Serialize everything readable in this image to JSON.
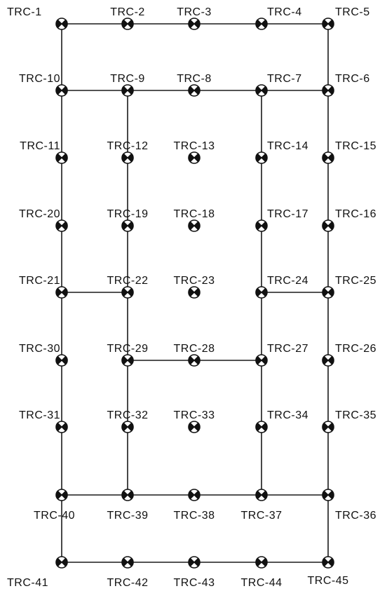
{
  "diagram": {
    "nodes": [
      {
        "id": "TRC-1",
        "label": "TRC-1"
      },
      {
        "id": "TRC-2",
        "label": "TRC-2"
      },
      {
        "id": "TRC-3",
        "label": "TRC-3"
      },
      {
        "id": "TRC-4",
        "label": "TRC-4"
      },
      {
        "id": "TRC-5",
        "label": "TRC-5"
      },
      {
        "id": "TRC-6",
        "label": "TRC-6"
      },
      {
        "id": "TRC-7",
        "label": "TRC-7"
      },
      {
        "id": "TRC-8",
        "label": "TRC-8"
      },
      {
        "id": "TRC-9",
        "label": "TRC-9"
      },
      {
        "id": "TRC-10",
        "label": "TRC-10"
      },
      {
        "id": "TRC-11",
        "label": "TRC-11"
      },
      {
        "id": "TRC-12",
        "label": "TRC-12"
      },
      {
        "id": "TRC-13",
        "label": "TRC-13"
      },
      {
        "id": "TRC-14",
        "label": "TRC-14"
      },
      {
        "id": "TRC-15",
        "label": "TRC-15"
      },
      {
        "id": "TRC-16",
        "label": "TRC-16"
      },
      {
        "id": "TRC-17",
        "label": "TRC-17"
      },
      {
        "id": "TRC-18",
        "label": "TRC-18"
      },
      {
        "id": "TRC-19",
        "label": "TRC-19"
      },
      {
        "id": "TRC-20",
        "label": "TRC-20"
      },
      {
        "id": "TRC-21",
        "label": "TRC-21"
      },
      {
        "id": "TRC-22",
        "label": "TRC-22"
      },
      {
        "id": "TRC-23",
        "label": "TRC-23"
      },
      {
        "id": "TRC-24",
        "label": "TRC-24"
      },
      {
        "id": "TRC-25",
        "label": "TRC-25"
      },
      {
        "id": "TRC-26",
        "label": "TRC-26"
      },
      {
        "id": "TRC-27",
        "label": "TRC-27"
      },
      {
        "id": "TRC-28",
        "label": "TRC-28"
      },
      {
        "id": "TRC-29",
        "label": "TRC-29"
      },
      {
        "id": "TRC-30",
        "label": "TRC-30"
      },
      {
        "id": "TRC-31",
        "label": "TRC-31"
      },
      {
        "id": "TRC-32",
        "label": "TRC-32"
      },
      {
        "id": "TRC-33",
        "label": "TRC-33"
      },
      {
        "id": "TRC-34",
        "label": "TRC-34"
      },
      {
        "id": "TRC-35",
        "label": "TRC-35"
      },
      {
        "id": "TRC-36",
        "label": "TRC-36"
      },
      {
        "id": "TRC-37",
        "label": "TRC-37"
      },
      {
        "id": "TRC-38",
        "label": "TRC-38"
      },
      {
        "id": "TRC-39",
        "label": "TRC-39"
      },
      {
        "id": "TRC-40",
        "label": "TRC-40"
      },
      {
        "id": "TRC-41",
        "label": "TRC-41"
      },
      {
        "id": "TRC-42",
        "label": "TRC-42"
      },
      {
        "id": "TRC-43",
        "label": "TRC-43"
      },
      {
        "id": "TRC-44",
        "label": "TRC-44"
      },
      {
        "id": "TRC-45",
        "label": "TRC-45"
      }
    ],
    "edges": [
      [
        "TRC-1",
        "TRC-2"
      ],
      [
        "TRC-2",
        "TRC-3"
      ],
      [
        "TRC-3",
        "TRC-4"
      ],
      [
        "TRC-4",
        "TRC-5"
      ],
      [
        "TRC-1",
        "TRC-10"
      ],
      [
        "TRC-5",
        "TRC-6"
      ],
      [
        "TRC-10",
        "TRC-9"
      ],
      [
        "TRC-9",
        "TRC-8"
      ],
      [
        "TRC-8",
        "TRC-7"
      ],
      [
        "TRC-7",
        "TRC-6"
      ],
      [
        "TRC-10",
        "TRC-11"
      ],
      [
        "TRC-11",
        "TRC-20"
      ],
      [
        "TRC-20",
        "TRC-21"
      ],
      [
        "TRC-21",
        "TRC-30"
      ],
      [
        "TRC-30",
        "TRC-31"
      ],
      [
        "TRC-31",
        "TRC-40"
      ],
      [
        "TRC-40",
        "TRC-41"
      ],
      [
        "TRC-9",
        "TRC-12"
      ],
      [
        "TRC-12",
        "TRC-19"
      ],
      [
        "TRC-19",
        "TRC-22"
      ],
      [
        "TRC-22",
        "TRC-29"
      ],
      [
        "TRC-29",
        "TRC-32"
      ],
      [
        "TRC-32",
        "TRC-39"
      ],
      [
        "TRC-7",
        "TRC-14"
      ],
      [
        "TRC-14",
        "TRC-17"
      ],
      [
        "TRC-17",
        "TRC-24"
      ],
      [
        "TRC-24",
        "TRC-27"
      ],
      [
        "TRC-27",
        "TRC-34"
      ],
      [
        "TRC-34",
        "TRC-37"
      ],
      [
        "TRC-6",
        "TRC-15"
      ],
      [
        "TRC-15",
        "TRC-16"
      ],
      [
        "TRC-16",
        "TRC-25"
      ],
      [
        "TRC-25",
        "TRC-26"
      ],
      [
        "TRC-26",
        "TRC-35"
      ],
      [
        "TRC-35",
        "TRC-36"
      ],
      [
        "TRC-36",
        "TRC-45"
      ],
      [
        "TRC-21",
        "TRC-22"
      ],
      [
        "TRC-24",
        "TRC-25"
      ],
      [
        "TRC-29",
        "TRC-28"
      ],
      [
        "TRC-28",
        "TRC-27"
      ],
      [
        "TRC-40",
        "TRC-39"
      ],
      [
        "TRC-39",
        "TRC-38"
      ],
      [
        "TRC-38",
        "TRC-37"
      ],
      [
        "TRC-37",
        "TRC-36"
      ],
      [
        "TRC-41",
        "TRC-42"
      ],
      [
        "TRC-42",
        "TRC-43"
      ],
      [
        "TRC-43",
        "TRC-44"
      ],
      [
        "TRC-44",
        "TRC-45"
      ]
    ]
  }
}
